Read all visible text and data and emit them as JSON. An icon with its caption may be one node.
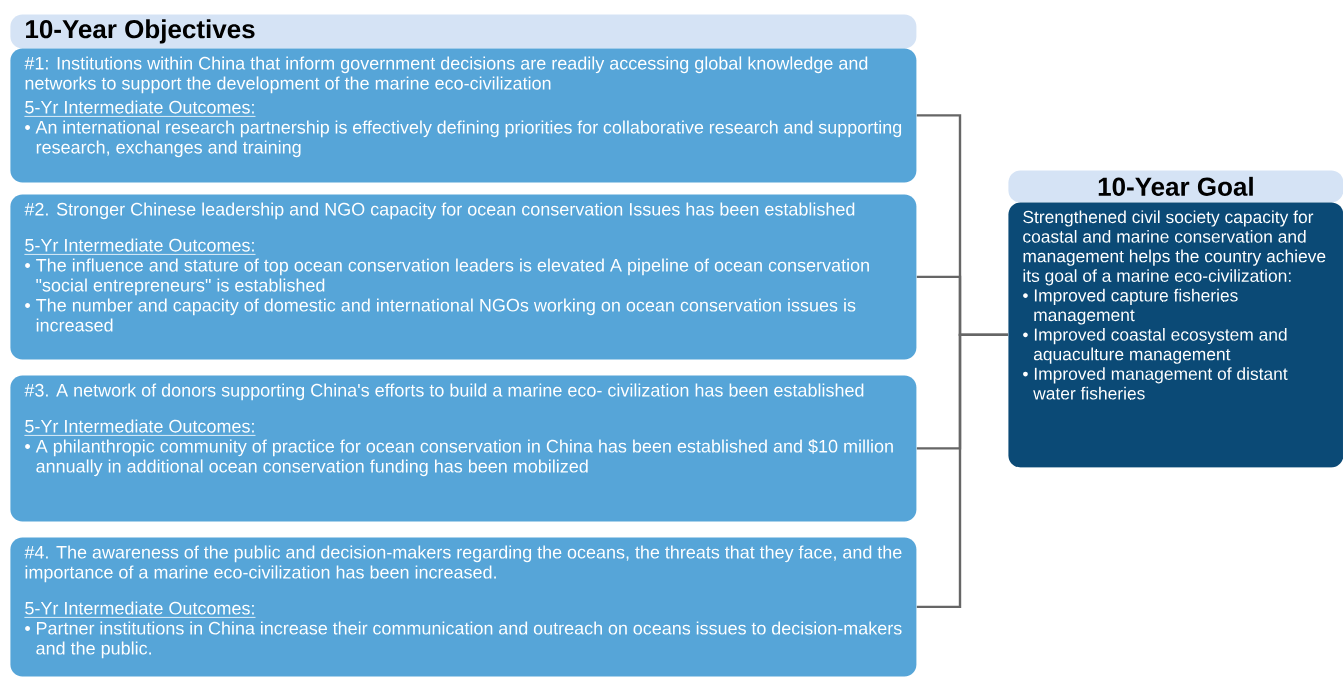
{
  "diagram": {
    "nodes": [
      {
        "text": [
          "10-Year Objectives"
        ]
      },
      {
        "text": [
          "#1: Institutions within China that inform government decisions are readily accessing global knowledge and networks to support the development of the marine eco-civilization",
          "5-Yr Intermediate Outcomes:",
          "• An international research partnership is effectively defining priorities for collaborative research and supporting research, exchanges and training"
        ]
      },
      {
        "text": [
          "#2. Stronger Chinese leadership and NGO capacity for ocean conservation Issues has been established",
          "5-Yr Intermediate Outcomes:",
          "• The influence and stature of top ocean conservation leaders is elevated A pipeline of ocean conservation \"social entrepreneurs\" is established",
          "• The number and capacity of domestic and international NGOs working on ocean conservation issues is increased"
        ]
      },
      {
        "text": [
          "#3. A network of donors supporting China's efforts to build a marine eco- civilization has been established",
          "5-Yr Intermediate Outcomes:",
          "• A philanthropic community of practice for ocean conservation in China has been established and $10 million annually in additional ocean conservation funding has been mobilized"
        ]
      },
      {
        "text": [
          "#4. The awareness of the public and decision-makers regarding the oceans, the threats that they face, and the importance of a marine eco-civilization has been increased.",
          "5-Yr Intermediate Outcomes:",
          "• Partner institutions in China increase their communication and outreach on oceans issues to decision-makers and the public."
        ]
      },
      {
        "text": [
          "10-Year Goal"
        ]
      },
      {
        "text": [
          "Strengthened civil society capacity for coastal and marine conservation and management helps the country achieve its goal of a marine eco-civilization:",
          "• Improved capture fisheries management",
          "• Improved coastal ecosystem and aquaculture management",
          "• Improved management of distant water fisheries"
        ]
      }
    ],
    "edges": [
      {
        "from": 1,
        "to": 6,
        "arrow": "none"
      },
      {
        "from": 2,
        "to": 6,
        "arrow": "none"
      },
      {
        "from": 3,
        "to": 6,
        "arrow": "none"
      },
      {
        "from": 4,
        "to": 6,
        "arrow": "none"
      }
    ]
  }
}
